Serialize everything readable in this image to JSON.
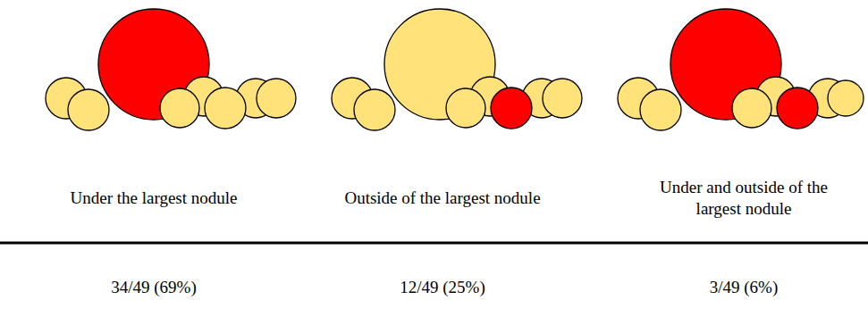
{
  "diagram": {
    "labels": [
      "Under the largest nodule",
      "Outside of the largest nodule",
      "Under and outside of the largest nodule",
      "34/49 (69%)",
      "12/49 (25%)",
      "3/49 (6%)"
    ]
  }
}
